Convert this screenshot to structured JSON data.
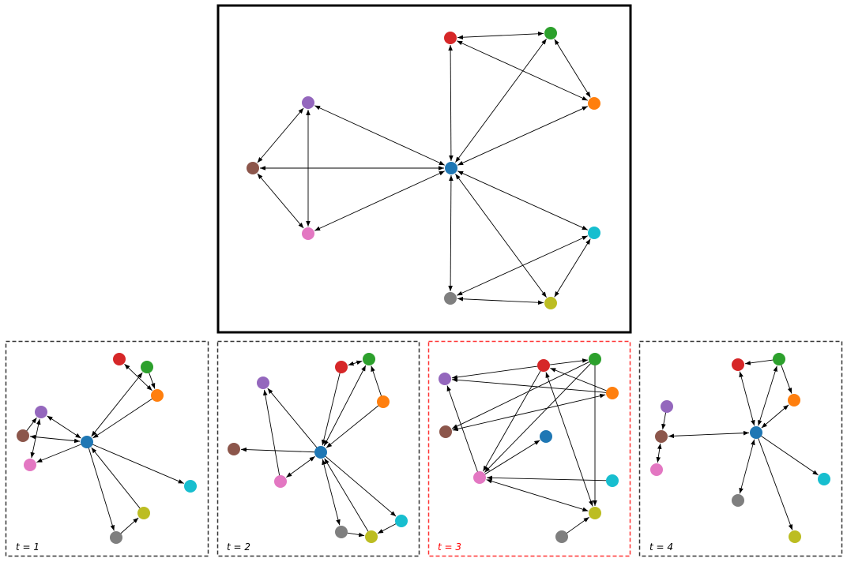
{
  "node_colors": {
    "blue": "#1f77b4",
    "orange": "#ff7f0e",
    "green": "#2ca02c",
    "red": "#d62728",
    "purple": "#9467bd",
    "brown": "#8c564b",
    "pink": "#e377c2",
    "gray": "#7f7f7f",
    "olive": "#bcbd22",
    "cyan": "#17becf"
  },
  "highlight_color": "#ff0000",
  "main_graph": {
    "edges": [
      [
        "red",
        "green",
        "both"
      ],
      [
        "red",
        "orange",
        "both"
      ],
      [
        "red",
        "blue",
        "both"
      ],
      [
        "green",
        "orange",
        "both"
      ],
      [
        "green",
        "blue",
        "both"
      ],
      [
        "orange",
        "blue",
        "both"
      ],
      [
        "purple",
        "brown",
        "both"
      ],
      [
        "purple",
        "pink",
        "both"
      ],
      [
        "purple",
        "blue",
        "both"
      ],
      [
        "brown",
        "blue",
        "both"
      ],
      [
        "brown",
        "pink",
        "both"
      ],
      [
        "pink",
        "blue",
        "both"
      ],
      [
        "blue",
        "cyan",
        "both"
      ],
      [
        "blue",
        "gray",
        "both"
      ],
      [
        "blue",
        "olive",
        "both"
      ],
      [
        "cyan",
        "gray",
        "both"
      ],
      [
        "cyan",
        "olive",
        "both"
      ],
      [
        "gray",
        "olive",
        "both"
      ]
    ]
  },
  "snapshots": [
    {
      "label": "t = 1",
      "highlighted": false,
      "edges": [
        [
          "red",
          "orange",
          "both"
        ],
        [
          "green",
          "blue",
          "both"
        ],
        [
          "green",
          "orange",
          "fwd"
        ],
        [
          "orange",
          "blue",
          "fwd"
        ],
        [
          "purple",
          "blue",
          "both"
        ],
        [
          "brown",
          "purple",
          "fwd"
        ],
        [
          "purple",
          "pink",
          "both"
        ],
        [
          "blue",
          "brown",
          "both"
        ],
        [
          "blue",
          "pink",
          "fwd"
        ],
        [
          "blue",
          "cyan",
          "fwd"
        ],
        [
          "blue",
          "gray",
          "fwd"
        ],
        [
          "olive",
          "blue",
          "fwd"
        ],
        [
          "gray",
          "olive",
          "fwd"
        ]
      ]
    },
    {
      "label": "t = 2",
      "highlighted": false,
      "edges": [
        [
          "red",
          "green",
          "both"
        ],
        [
          "red",
          "blue",
          "fwd"
        ],
        [
          "blue",
          "green",
          "both"
        ],
        [
          "orange",
          "green",
          "fwd"
        ],
        [
          "orange",
          "blue",
          "fwd"
        ],
        [
          "blue",
          "purple",
          "fwd"
        ],
        [
          "pink",
          "purple",
          "fwd"
        ],
        [
          "blue",
          "brown",
          "fwd"
        ],
        [
          "pink",
          "blue",
          "both"
        ],
        [
          "blue",
          "gray",
          "both"
        ],
        [
          "olive",
          "blue",
          "fwd"
        ],
        [
          "blue",
          "cyan",
          "fwd"
        ],
        [
          "gray",
          "olive",
          "fwd"
        ],
        [
          "cyan",
          "olive",
          "fwd"
        ]
      ]
    },
    {
      "label": "t = 3",
      "highlighted": true,
      "edges": [
        [
          "red",
          "green",
          "fwd"
        ],
        [
          "red",
          "purple",
          "fwd"
        ],
        [
          "orange",
          "purple",
          "fwd"
        ],
        [
          "orange",
          "red",
          "fwd"
        ],
        [
          "green",
          "brown",
          "fwd"
        ],
        [
          "orange",
          "brown",
          "both"
        ],
        [
          "red",
          "pink",
          "fwd"
        ],
        [
          "green",
          "pink",
          "fwd"
        ],
        [
          "pink",
          "purple",
          "fwd"
        ],
        [
          "pink",
          "blue",
          "fwd"
        ],
        [
          "cyan",
          "pink",
          "fwd"
        ],
        [
          "pink",
          "olive",
          "both"
        ],
        [
          "red",
          "olive",
          "both"
        ],
        [
          "green",
          "olive",
          "fwd"
        ],
        [
          "gray",
          "olive",
          "fwd"
        ]
      ]
    },
    {
      "label": "t = 4",
      "highlighted": false,
      "edges": [
        [
          "green",
          "red",
          "fwd"
        ],
        [
          "red",
          "blue",
          "both"
        ],
        [
          "blue",
          "green",
          "both"
        ],
        [
          "green",
          "orange",
          "fwd"
        ],
        [
          "orange",
          "blue",
          "both"
        ],
        [
          "purple",
          "brown",
          "fwd"
        ],
        [
          "brown",
          "pink",
          "both"
        ],
        [
          "brown",
          "blue",
          "both"
        ],
        [
          "blue",
          "gray",
          "both"
        ],
        [
          "blue",
          "cyan",
          "fwd"
        ],
        [
          "blue",
          "olive",
          "fwd"
        ]
      ]
    }
  ]
}
